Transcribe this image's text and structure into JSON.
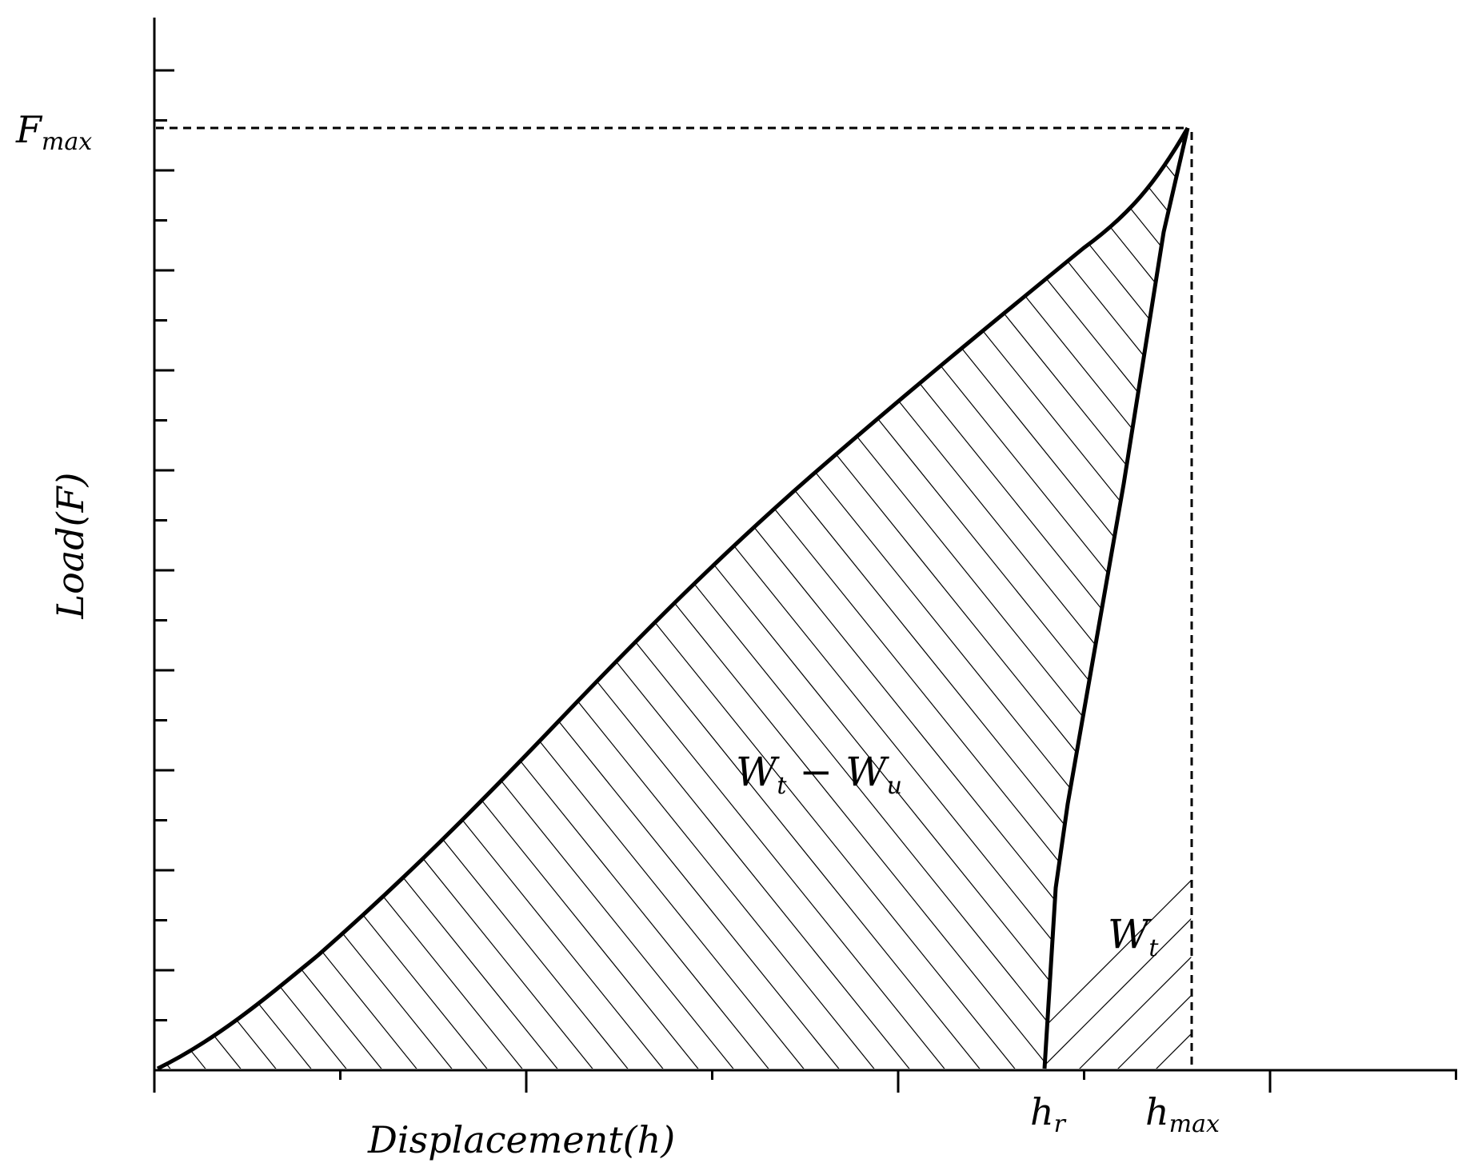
{
  "labels": {
    "f_max": {
      "main": "F",
      "sub": "max"
    },
    "h_max": {
      "main": "h",
      "sub": "max"
    },
    "h_r": {
      "main": "h",
      "sub": "r"
    },
    "w_t": {
      "main": "W",
      "sub": "t"
    },
    "wt_minus_wu": {
      "w1": "W",
      "sub1": "t",
      "op": " − ",
      "w2": "W",
      "sub2": "u"
    },
    "y_axis": "Load(F)",
    "x_axis": "Displacement(h)"
  },
  "colors": {
    "ink": "#000000",
    "background": "#ffffff"
  }
}
